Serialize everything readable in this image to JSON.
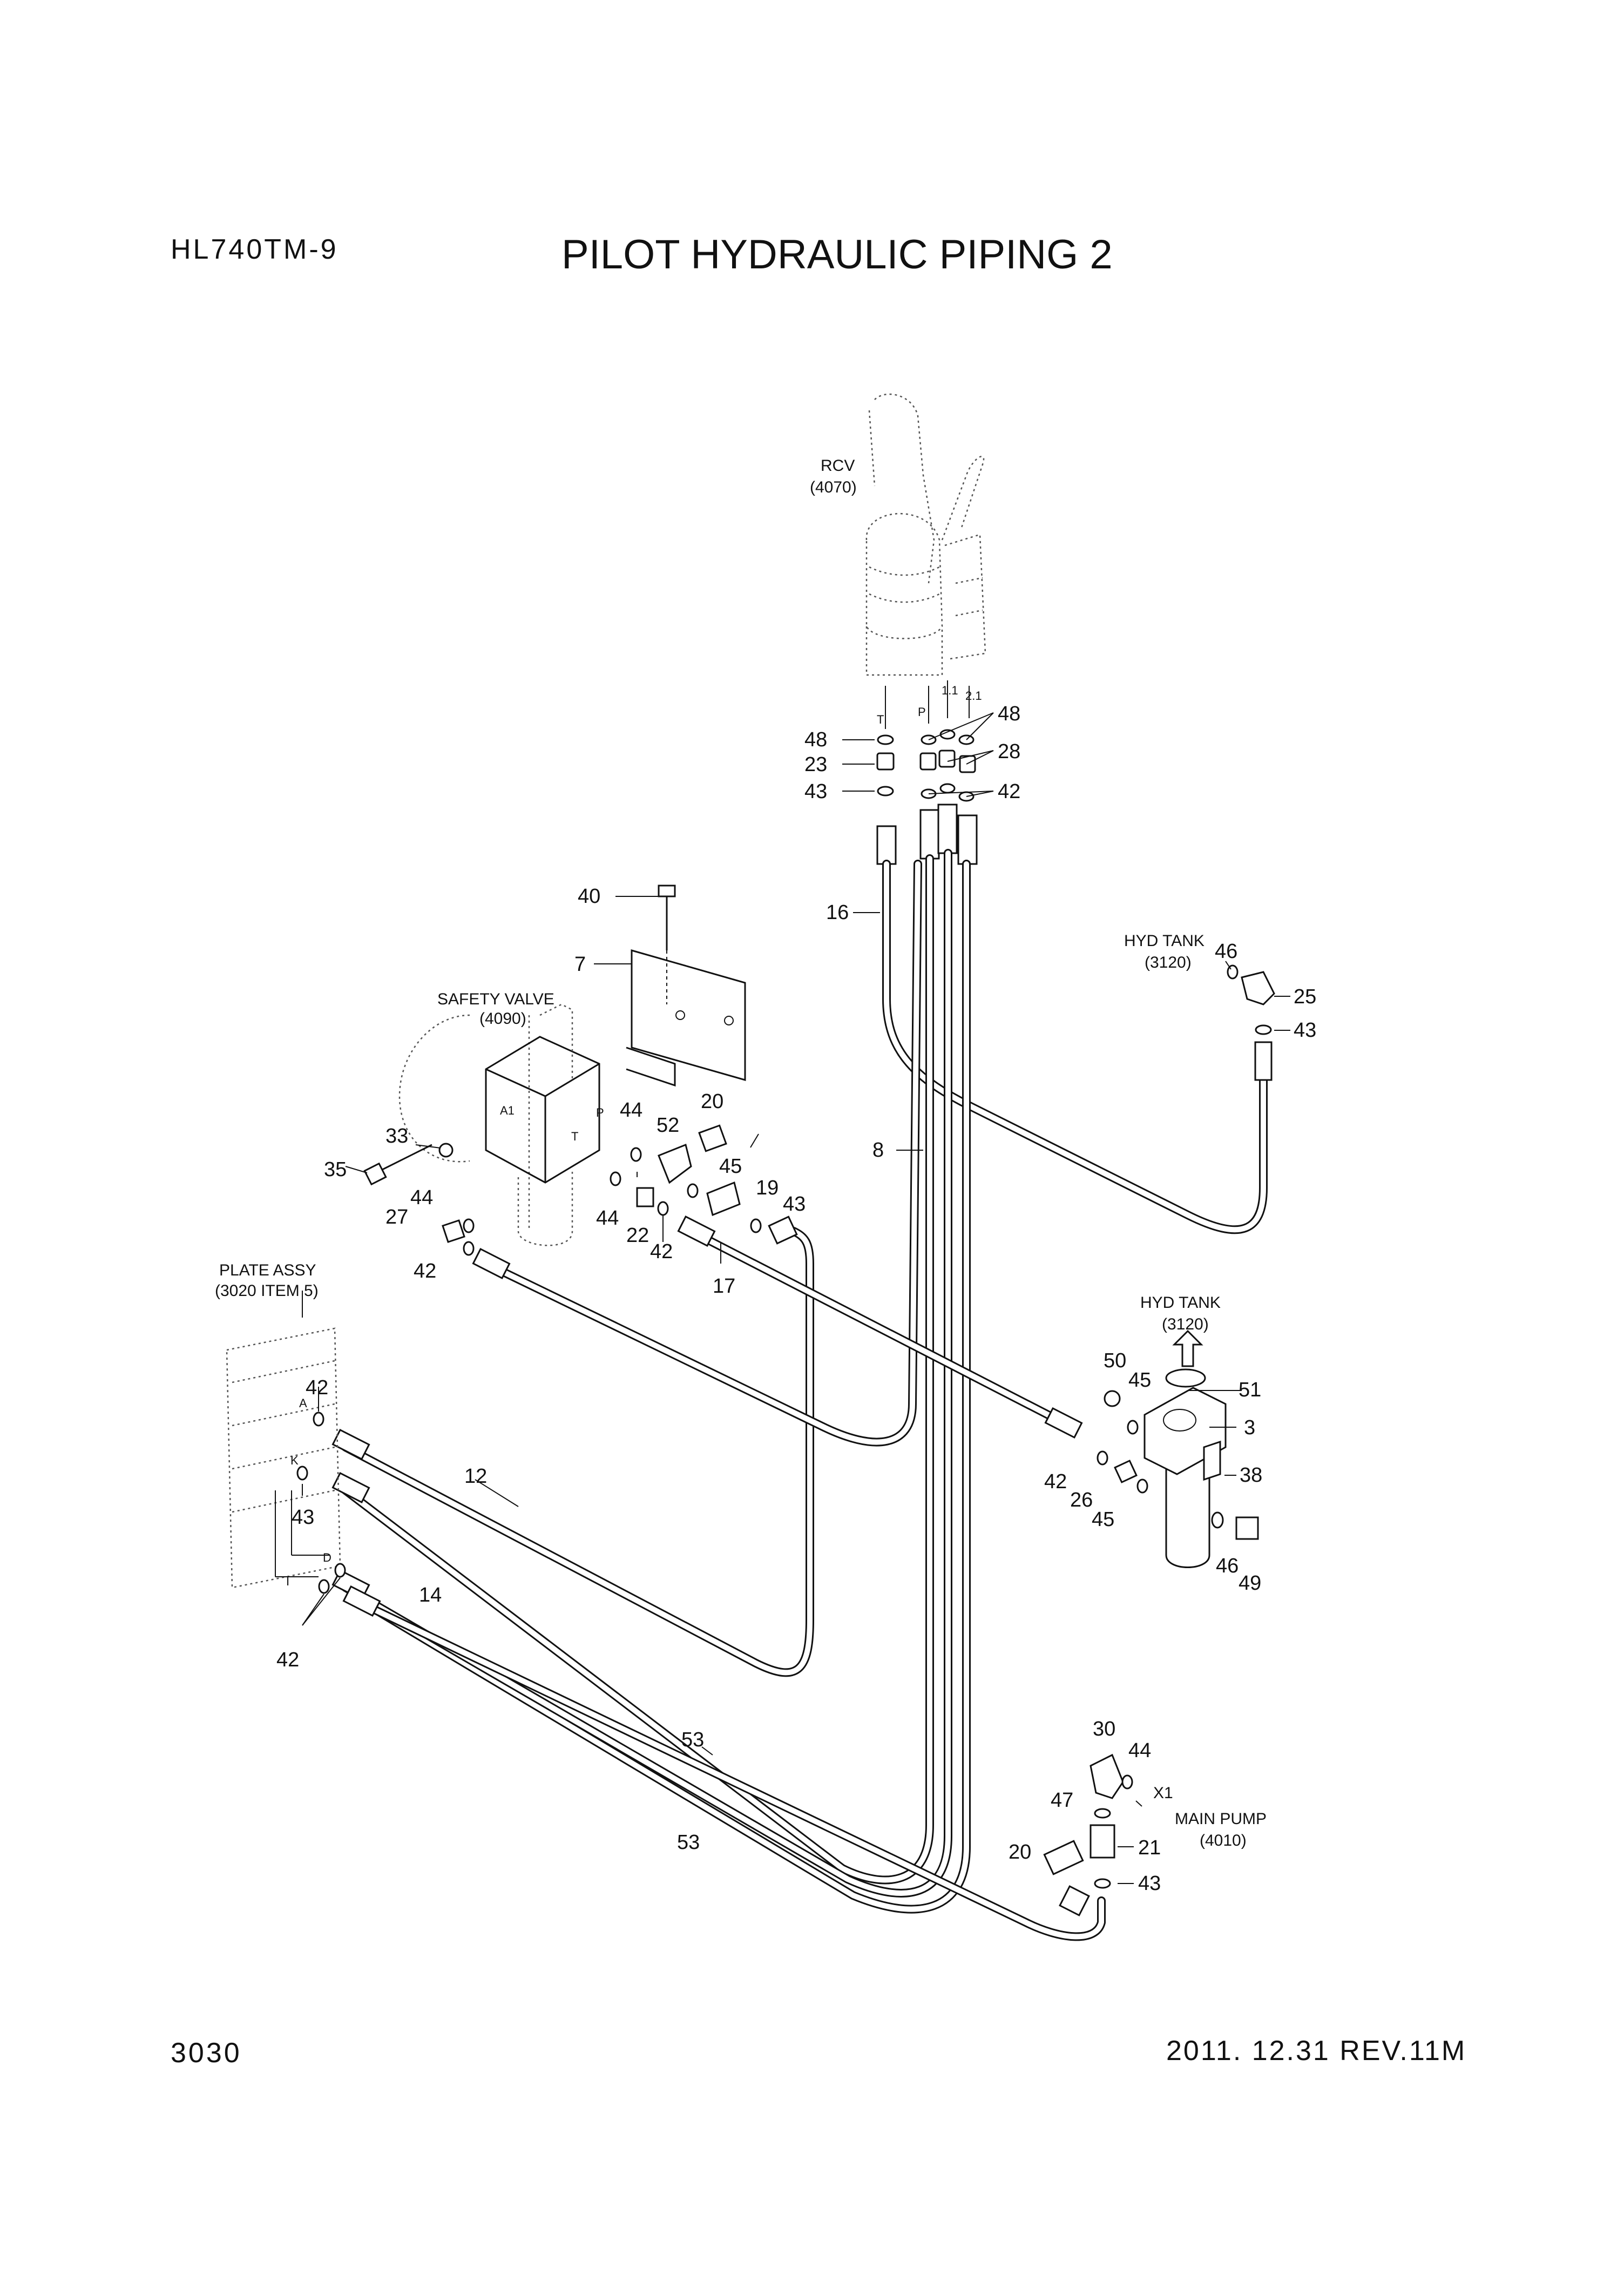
{
  "header": {
    "model": "HL740TM-9",
    "title": "PILOT HYDRAULIC PIPING 2"
  },
  "footer": {
    "page": "3030",
    "revision": "2011. 12.31 REV.11M"
  },
  "components": {
    "rcv": {
      "name": "RCV",
      "ref": "(4070)"
    },
    "safety_valve": {
      "name": "SAFETY VALVE",
      "ref": "(4090)"
    },
    "plate_assy": {
      "name": "PLATE ASSY",
      "ref": "(3020 ITEM 5)"
    },
    "hyd_tank_1": {
      "name": "HYD TANK",
      "ref": "(3120)"
    },
    "hyd_tank_2": {
      "name": "HYD TANK",
      "ref": "(3120)"
    },
    "main_pump": {
      "name": "MAIN PUMP",
      "ref": "(4010)"
    }
  },
  "port_labels": {
    "rcv_t": "T",
    "rcv_p": "P",
    "rcv_11": "1.1",
    "rcv_21": "2.1",
    "sv_a1": "A1",
    "sv_p": "P",
    "sv_t": "T",
    "plate_a": "A",
    "plate_k": "K",
    "plate_d": "D",
    "plate_i": "I",
    "pump_x1": "X1"
  },
  "callouts": {
    "c48a": "48",
    "c23": "23",
    "c43a": "43",
    "c48b": "48",
    "c28": "28",
    "c42a": "42",
    "c40": "40",
    "c16": "16",
    "c7": "7",
    "c46a": "46",
    "c25": "25",
    "c43b": "43",
    "c44a": "44",
    "c20a": "20",
    "c52": "52",
    "c33": "33",
    "c45a": "45",
    "c19": "19",
    "c35": "35",
    "c8": "8",
    "c44b": "44",
    "c43c": "43",
    "c27": "27",
    "c44c": "44",
    "c22": "22",
    "c42b": "42",
    "c42c": "42",
    "c17": "17",
    "c50": "50",
    "c45b": "45",
    "c51": "51",
    "c3": "3",
    "c42d": "42",
    "c38": "38",
    "c26": "26",
    "c45c": "45",
    "c46b": "46",
    "c49": "49",
    "c42e": "42",
    "c43d": "43",
    "c12": "12",
    "c14": "14",
    "c42f": "42",
    "c30": "30",
    "c44d": "44",
    "c47": "47",
    "c53a": "53",
    "c53b": "53",
    "c20b": "20",
    "c21": "21",
    "c43e": "43"
  }
}
